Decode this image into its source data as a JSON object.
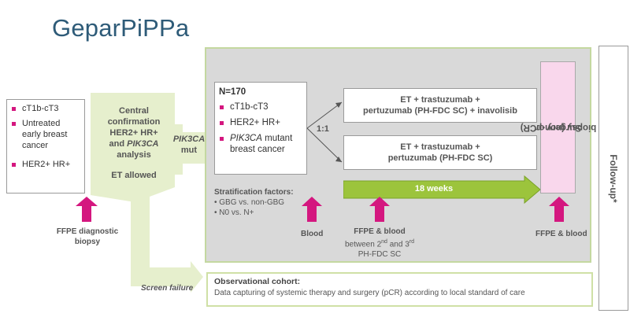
{
  "title": "GeparPiPPa",
  "eligibility": {
    "items": [
      "cT1b-cT3",
      "Untreated early breast cancer",
      "HER2+ HR+"
    ]
  },
  "central": {
    "line1": "Central",
    "line2": "confirmation",
    "line3": "HER2+ HR+",
    "line4_pre": "and ",
    "line4_gene": "PIK3CA",
    "line5": "analysis",
    "et": "ET allowed"
  },
  "mut": {
    "gene": "PIK3CA",
    "label": "mut"
  },
  "cohort": {
    "n": "N=170",
    "items": [
      "cT1b-cT3",
      "HER2+ HR+"
    ],
    "gene": "PIK3CA",
    "item3_rest": " mutant breast cancer"
  },
  "ratio": "1:1",
  "arm1": {
    "line1": "ET + trastuzumab +",
    "line2": "pertuzumab (PH-FDC SC) + inavolisib"
  },
  "arm2": {
    "line1": "ET + trastuzumab +",
    "line2": "pertuzumab (PH-FDC SC)"
  },
  "duration": "18 weeks",
  "surgery": {
    "line1": "Surgery or",
    "line2": "biopsy (non-pCR)"
  },
  "follow_up": "Follow-up*",
  "stratification": {
    "title": "Stratification factors:",
    "items": [
      "GBG vs. non-GBG",
      "N0 vs. N+"
    ]
  },
  "samples": {
    "diag_line1": "FFPE diagnostic",
    "diag_line2": "biopsy",
    "blood": "Blood",
    "ffpe_blood": "FFPE & blood",
    "between_pre": "between 2",
    "nd": "nd",
    "and_3": " and 3",
    "rd": "rd",
    "phfdc": "PH-FDC SC",
    "ffpe_blood_end": "FFPE & blood"
  },
  "screen_failure": "Screen failure",
  "observational": {
    "title": "Observational cohort:",
    "text": "Data capturing of systemic therapy and surgery (pCR) according to local standard of care"
  },
  "colors": {
    "title": "#2e5b78",
    "magenta": "#d4177f",
    "green_light": "#e6efcd",
    "green_arrow": "#9cc43c",
    "gray_area": "#d9d9d9",
    "pink_box": "#f9d7ec"
  }
}
